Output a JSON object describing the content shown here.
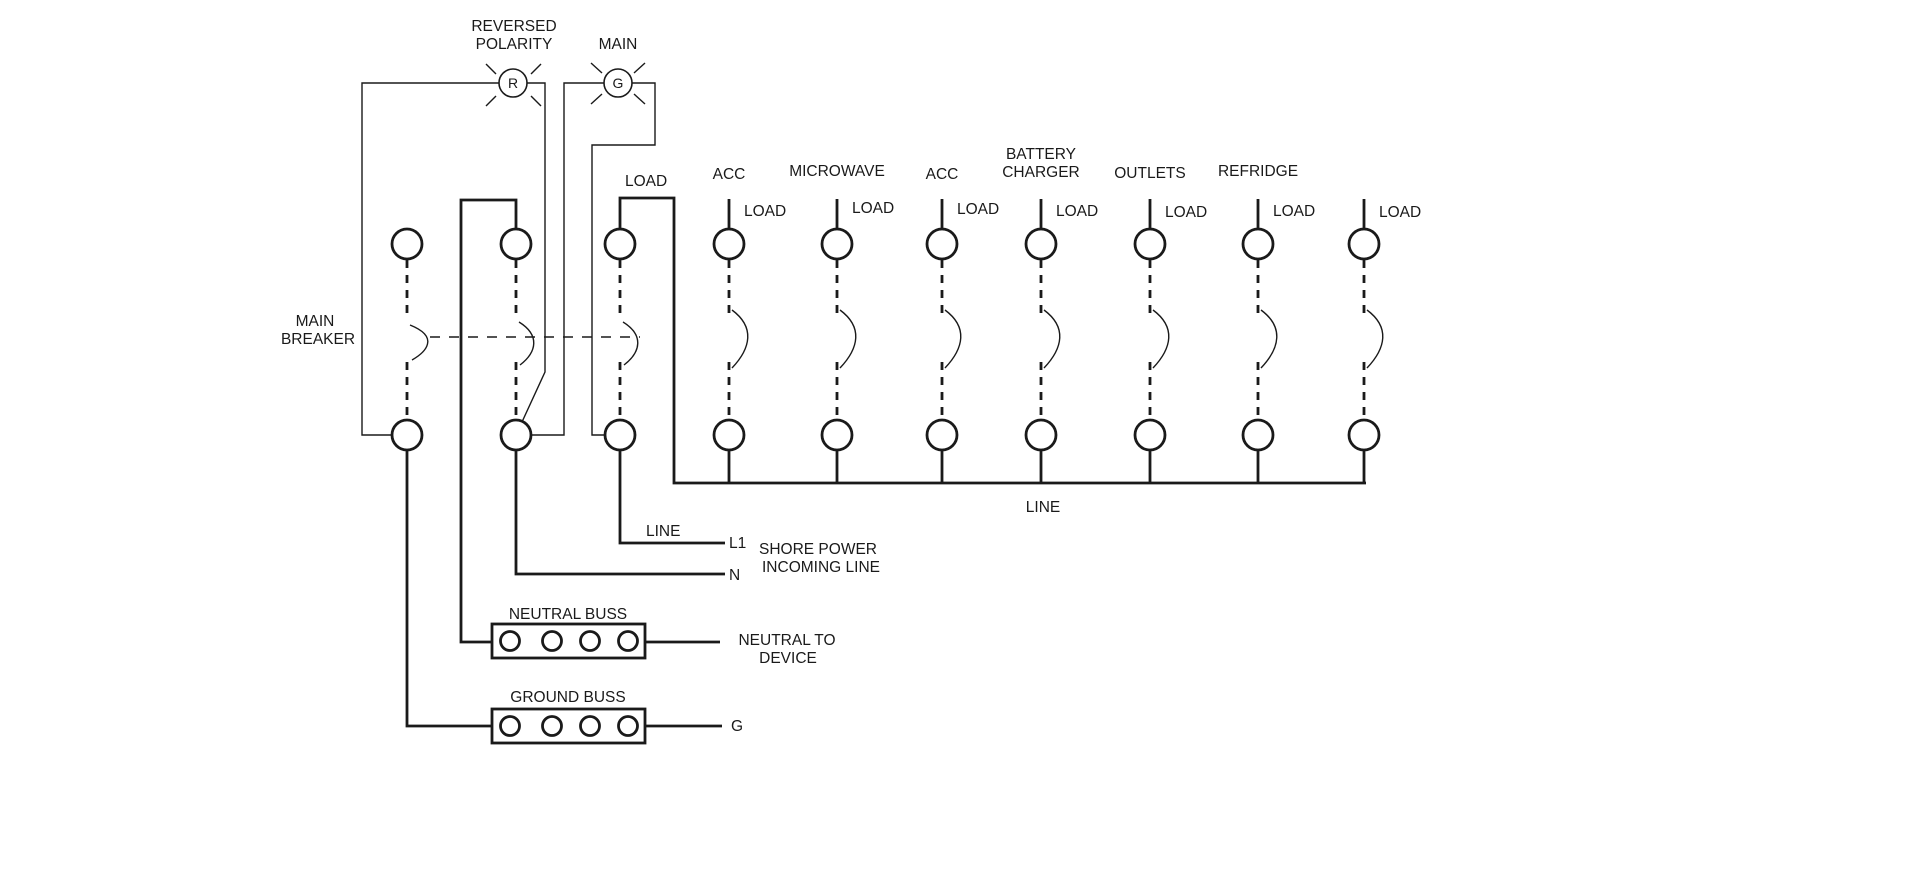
{
  "labels": {
    "reversed_polarity_line1": "REVERSED",
    "reversed_polarity_line2": "POLARITY",
    "main_light": "MAIN",
    "r_lamp": "R",
    "g_lamp": "G",
    "main_breaker_line1": "MAIN",
    "main_breaker_line2": "BREAKER",
    "load": "LOAD",
    "line_bus": "LINE",
    "line_feed": "LINE",
    "l1": "L1",
    "n": "N",
    "g": "G",
    "shore_power_line1": "SHORE POWER",
    "shore_power_line2": "INCOMING LINE",
    "neutral_buss": "NEUTRAL BUSS",
    "ground_buss": "GROUND BUSS",
    "neutral_to_device_line1": "NEUTRAL TO",
    "neutral_to_device_line2": "DEVICE"
  },
  "circuits": [
    {
      "name": "ACC",
      "name2": "",
      "load": "LOAD"
    },
    {
      "name": "MICROWAVE",
      "name2": "",
      "load": "LOAD"
    },
    {
      "name": "ACC",
      "name2": "",
      "load": "LOAD"
    },
    {
      "name": "BATTERY",
      "name2": "CHARGER",
      "load": "LOAD"
    },
    {
      "name": "OUTLETS",
      "name2": "",
      "load": "LOAD"
    },
    {
      "name": "REFRIDGE",
      "name2": "",
      "load": "LOAD"
    },
    {
      "name": "",
      "name2": "",
      "load": "LOAD"
    }
  ],
  "colors": {
    "ink": "#1a1a1a",
    "background": "#ffffff"
  }
}
